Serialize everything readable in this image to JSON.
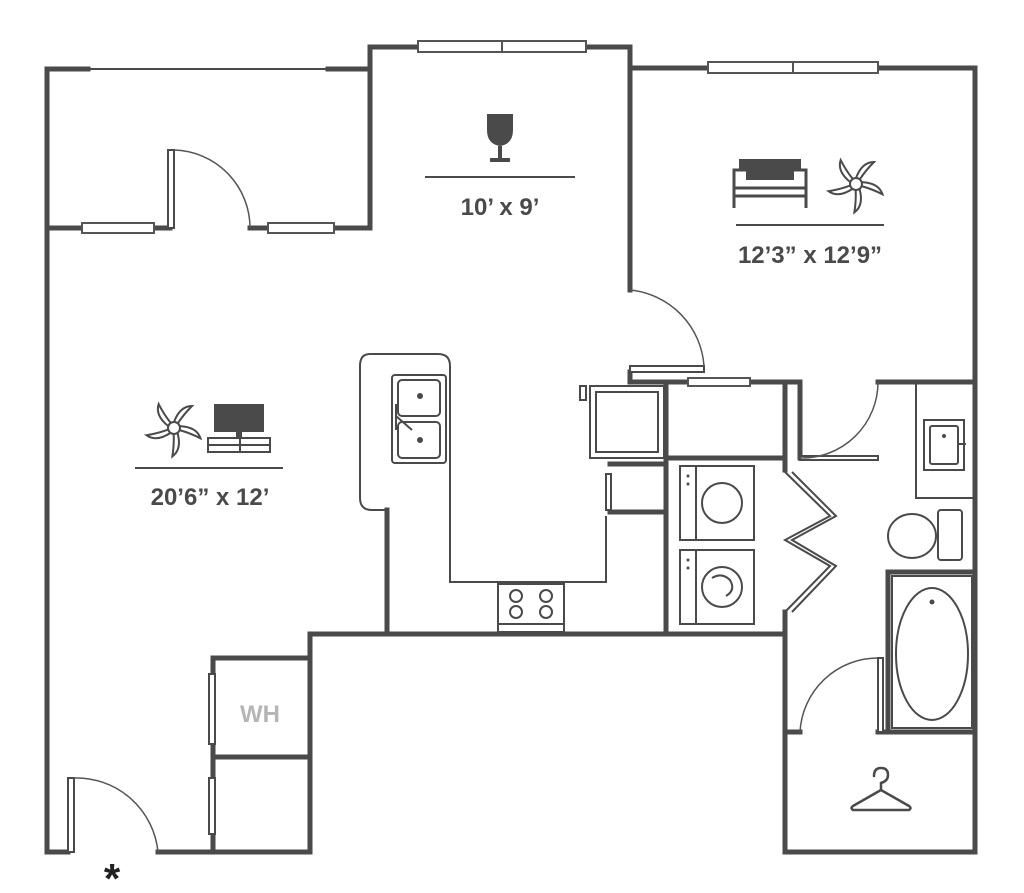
{
  "rooms": {
    "dining": {
      "label": "10’ x 9’"
    },
    "bedroom": {
      "label": "12’3” x 12’9”"
    },
    "living": {
      "label": "20’6” x 12’"
    }
  },
  "closet": {
    "label": "WH"
  },
  "entry_marker": {
    "label": "*"
  },
  "icons": {
    "dining": "wine-glass-icon",
    "bedroom": [
      "bed-icon",
      "ceiling-fan-icon"
    ],
    "living": [
      "ceiling-fan-icon",
      "tv-icon"
    ],
    "closet": "hanger-icon"
  },
  "colors": {
    "wall": "#4a4a4a",
    "wh_text": "#b5b5b5",
    "background": "#ffffff"
  }
}
